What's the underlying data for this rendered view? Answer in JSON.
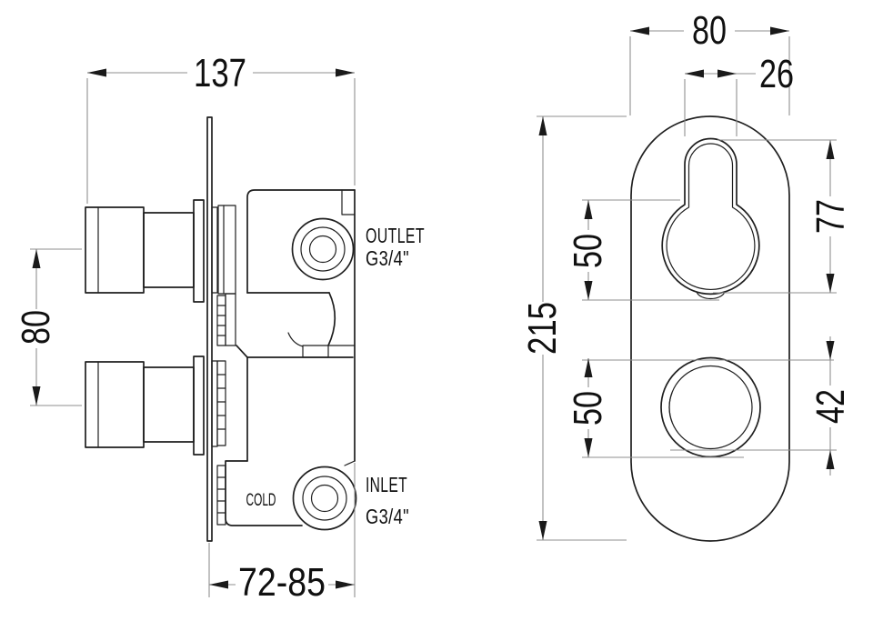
{
  "drawing": {
    "type": "technical-dimension-drawing",
    "subject": "twin concealed thermostatic shower valve",
    "background_color": "#ffffff",
    "line_color": "#1f1f1f",
    "dimension_line_color": "#8f8f8f",
    "text_color": "#101010",
    "side_view": {
      "dim_total_width": "137",
      "dim_handle_spacing": "80",
      "dim_recess_depth": "72-85",
      "outlet_label_line1": "OUTLET",
      "outlet_label_line2": "G3/4\"",
      "inlet_label_line1": "INLET",
      "inlet_label_line2": "G3/4\"",
      "cold_label": "COLD"
    },
    "front_view": {
      "dim_plate_width": "80",
      "dim_slot_width": "26",
      "dim_plate_height": "215",
      "dim_upper_ring": "50",
      "dim_lower_ring": "50",
      "dim_keyhole_height": "77",
      "dim_knob_diameter": "42"
    }
  }
}
